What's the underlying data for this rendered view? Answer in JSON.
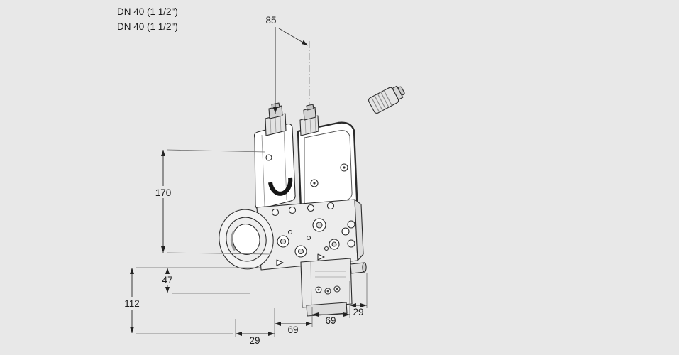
{
  "colors": {
    "background": "#e8e8e8",
    "outline": "#2b2b2b",
    "dimension_line": "#3a3a3a"
  },
  "port_labels": {
    "line1": "DN 40 (1 1/2\")",
    "line2": "DN 40 (1 1/2\")"
  },
  "dimensions": {
    "actuator_spacing": "85",
    "height_upper": "170",
    "height_flange_offset": "47",
    "height_lower": "112",
    "width_flange_step": "29",
    "width_body_left": "69",
    "width_body_right": "69",
    "width_port_step": "29"
  }
}
